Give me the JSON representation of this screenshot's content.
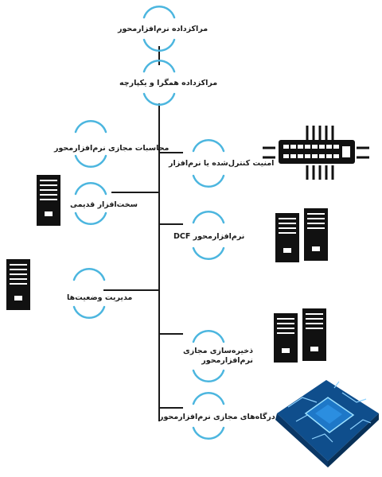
{
  "nodes": {
    "n1": "مراکزداده نرم‌افزارمحور",
    "n2": "مراکزداده همگرا و یکپارچه",
    "n3": "محاسبات مجازی نرم‌افزارمحور",
    "n4": "امنیت کنترل‌شده یا نرم‌افزار",
    "n5": "سخت‌افزار قدیمی",
    "n6": "نرم‌افزارمحور DCF",
    "n7": "مدیریت وضعیت‌ها",
    "n8": "ذخیره‌سازی مجازی نرم‌افزارمحور",
    "n9": "درگاه‌های مجازی نرم‌افزارمحور"
  },
  "colors": {
    "accent": "#4cb6df",
    "line": "#1a1a1a",
    "server": "#111111",
    "chip_blue": "#1e78c8",
    "board": "#0f4e8c"
  },
  "icons": [
    "network-switch-icon",
    "server-rack-icon",
    "server-pair-icon",
    "circuit-chip-icon"
  ]
}
